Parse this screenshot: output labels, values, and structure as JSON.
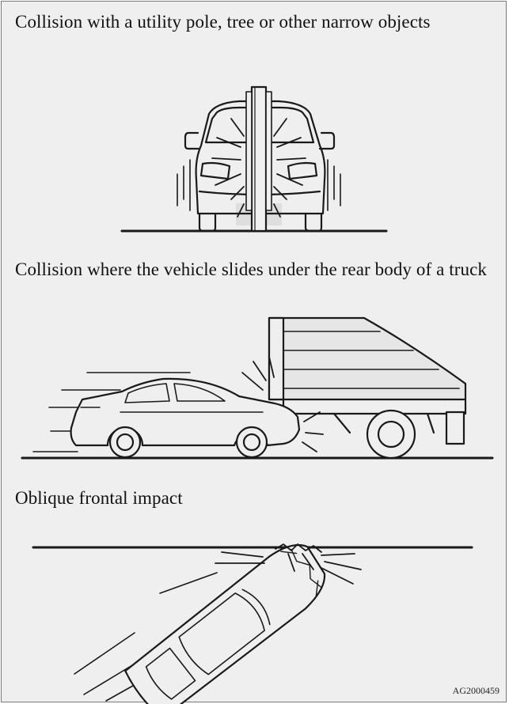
{
  "captions": {
    "pole": "Collision with a utility pole, tree or other narrow objects",
    "truck": "Collision where the vehicle slides under the rear body of a truck",
    "oblique": "Oblique frontal impact"
  },
  "figure_code": "AG2000459",
  "colors": {
    "panel_background": "#efefef",
    "line_art": "#1a1a1a",
    "shading": "#dedede"
  }
}
